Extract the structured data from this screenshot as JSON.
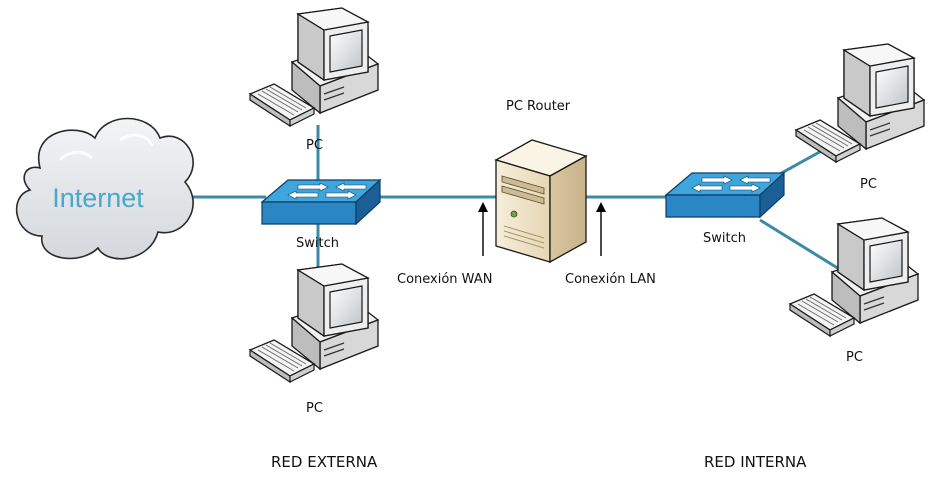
{
  "cloud": {
    "label": "Internet"
  },
  "router": {
    "label": "PC Router"
  },
  "switch_left": {
    "label": "Switch"
  },
  "switch_right": {
    "label": "Switch"
  },
  "pcs": {
    "top_left": "PC",
    "bottom_left": "PC",
    "top_right": "PC",
    "bottom_right": "PC"
  },
  "connections": {
    "wan": "Conexión WAN",
    "lan": "Conexión LAN"
  },
  "zones": {
    "external": "RED EXTERNA",
    "internal": "RED INTERNA"
  },
  "colors": {
    "link": "#3d8aa6",
    "switch_top": "#3aa0d8",
    "switch_side": "#1d6aa8",
    "cloud_fill": "#e4e7ea",
    "cloud_stroke": "#2a2a2a",
    "cloud_text": "#4aa7c9",
    "router_body": "#efe3c8"
  }
}
